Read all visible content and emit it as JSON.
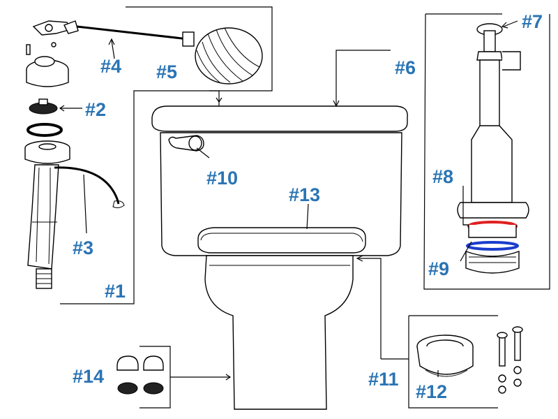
{
  "labels": {
    "p1": "#1",
    "p2": "#2",
    "p3": "#3",
    "p4": "#4",
    "p5": "#5",
    "p6": "#6",
    "p7": "#7",
    "p8": "#8",
    "p9": "#9",
    "p10": "#10",
    "p11": "#11",
    "p12": "#12",
    "p13": "#13",
    "p14": "#14"
  },
  "colors": {
    "label": "#2a74b4",
    "gasket_red": "#e02020",
    "gasket_blue": "#1a3ccc",
    "line": "#000000"
  },
  "icons": [
    "fill-valve-icon",
    "float-arm-icon",
    "float-ball-icon",
    "diaphragm-icon",
    "refill-tube-icon",
    "toilet-tank-icon",
    "toilet-bowl-icon",
    "seat-icon",
    "handle-icon",
    "flush-valve-icon",
    "wax-ring-icon",
    "bolt-icon",
    "bolt-cap-icon"
  ]
}
